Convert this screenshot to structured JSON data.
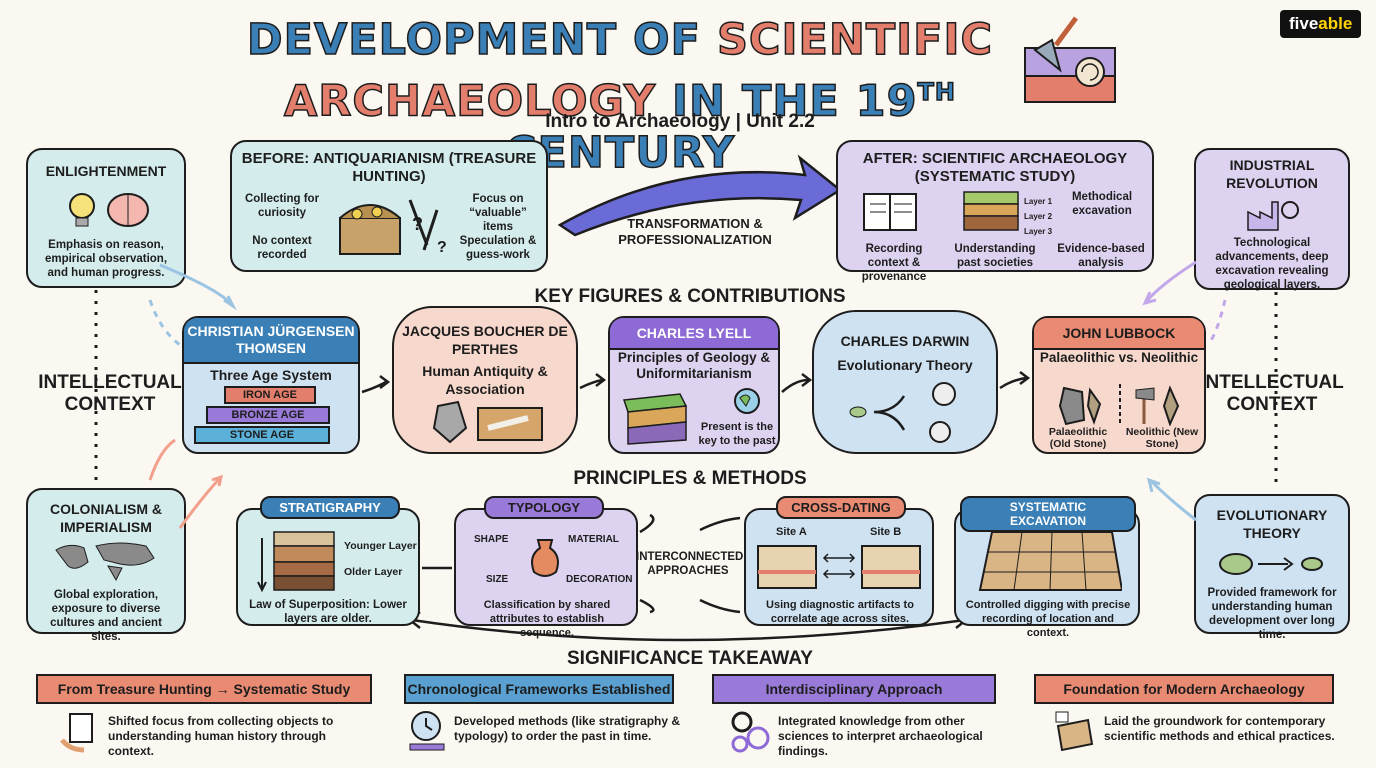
{
  "header": {
    "title_line1_a": "DEVELOPMENT OF",
    "title_line1_b": "SCIENTIFIC",
    "title_line2_a": "ARCHAEOLOGY",
    "title_line2_b": "IN THE 19",
    "title_line2_sup": "TH",
    "title_line2_c": "CENTURY",
    "subtitle": "Intro to Archaeology | Unit 2.2",
    "logo_main": "five",
    "logo_accent": "able"
  },
  "before": {
    "title": "BEFORE: ANTIQUARIANISM (TREASURE HUNTING)",
    "item1": "Collecting for curiosity",
    "item2": "No context recorded",
    "item3": "Focus on “valuable” items",
    "item4": "Speculation & guess-work"
  },
  "transformation": "TRANSFORMATION & PROFESSIONALIZATION",
  "after": {
    "title": "AFTER: SCIENTIFIC ARCHAEOLOGY (SYSTEMATIC STUDY)",
    "item1": "Recording context & provenance",
    "item2": "Understanding past societies",
    "item3": "Methodical excavation",
    "item4": "Evidence-based analysis",
    "layer1": "Layer 1",
    "layer2": "Layer 2",
    "layer3": "Layer 3"
  },
  "context": {
    "left_label": "INTELLECTUAL CONTEXT",
    "right_label": "INTELLECTUAL CONTEXT",
    "enlightenment_title": "ENLIGHTENMENT",
    "enlightenment_text": "Emphasis on reason, empirical observation, and human progress.",
    "colonialism_title": "COLONIALISM & IMPERIALISM",
    "colonialism_text": "Global exploration, exposure to diverse cultures and ancient sites.",
    "industrial_title": "INDUSTRIAL REVOLUTION",
    "industrial_text": "Technological advancements, deep excavation revealing geological layers.",
    "evolution_title": "EVOLUTIONARY THEORY",
    "evolution_text": "Provided framework for understanding human development over long time."
  },
  "key_figures": {
    "heading": "KEY FIGURES & CONTRIBUTIONS",
    "thomsen_name": "CHRISTIAN JÜRGENSEN THOMSEN",
    "thomsen_contribution": "Three Age System",
    "iron_age": "IRON AGE",
    "bronze_age": "BRONZE AGE",
    "stone_age": "STONE AGE",
    "perthes_name": "JACQUES BOUCHER DE PERTHES",
    "perthes_contribution": "Human Antiquity & Association",
    "lyell_name": "CHARLES LYELL",
    "lyell_contribution": "Principles of Geology & Uniformitarianism",
    "lyell_note": "Present is the key to the past",
    "darwin_name": "CHARLES DARWIN",
    "darwin_contribution": "Evolutionary Theory",
    "lubbock_name": "JOHN LUBBOCK",
    "lubbock_contribution": "Palaeolithic vs. Neolithic",
    "palaeolithic": "Palaeolithic (Old Stone)",
    "neolithic": "Neolithic (New Stone)"
  },
  "methods": {
    "heading": "PRINCIPLES & METHODS",
    "center_label": "INTERCONNECTED APPROACHES",
    "stratigraphy_title": "STRATIGRAPHY",
    "younger": "Younger Layer",
    "older": "Older Layer",
    "stratigraphy_text": "Law of Superposition: Lower layers are older.",
    "typology_title": "TYPOLOGY",
    "shape": "SHAPE",
    "material": "MATERIAL",
    "size": "SIZE",
    "decoration": "DECORATION",
    "typology_text": "Classification by shared attributes to establish sequence.",
    "crossdating_title": "CROSS-DATING",
    "site_a": "Site A",
    "site_b": "Site B",
    "crossdating_text": "Using diagnostic artifacts to correlate age across sites.",
    "excavation_title": "SYSTEMATIC EXCAVATION",
    "excavation_text": "Controlled digging with precise recording of location and context."
  },
  "significance": {
    "heading": "SIGNIFICANCE TAKEAWAY",
    "r1_title": "From Treasure Hunting → Systematic Study",
    "r1_text": "Shifted focus from collecting objects to understanding human history through context.",
    "r2_title": "Chronological Frameworks Established",
    "r2_text": "Developed methods (like stratigraphy & typology) to order the past in time.",
    "r3_title": "Interdisciplinary Approach",
    "r3_text": "Integrated knowledge from other sciences to interpret archaeological findings.",
    "r4_title": "Foundation for Modern Archaeology",
    "r4_text": "Laid the groundwork for contemporary scientific methods and ethical practices."
  },
  "colors": {
    "blue": "#3a7fb5",
    "red": "#e47e6c",
    "teal": "#d4ecec",
    "purple": "#ddd3f0",
    "peach": "#f7d8cc"
  }
}
